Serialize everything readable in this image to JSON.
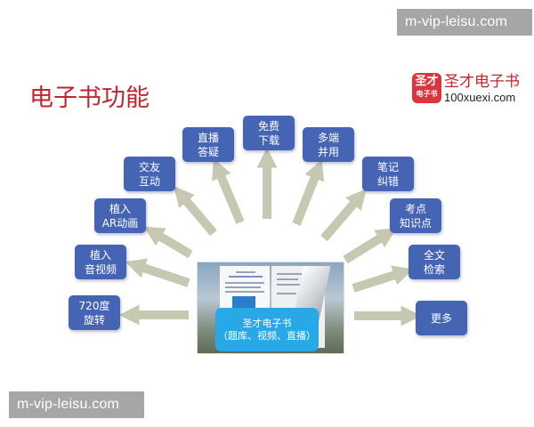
{
  "watermarks": {
    "top": "m-vip-leisu.com",
    "bottom": "m-vip-leisu.com"
  },
  "header": {
    "title": "电子书功能"
  },
  "logo": {
    "badge_line1": "圣才",
    "badge_line2": "电子书",
    "name": "圣才电子书",
    "url": "100xuexi.com"
  },
  "center": {
    "line1": "圣才电子书",
    "line2": "（题库、视频、直播）"
  },
  "features": [
    {
      "id": "rotate",
      "line1": "720度",
      "line2": "旋转"
    },
    {
      "id": "av",
      "line1": "植入",
      "line2": "音视频"
    },
    {
      "id": "ar",
      "line1": "植入",
      "line2": "AR动画"
    },
    {
      "id": "social",
      "line1": "交友",
      "line2": "互动"
    },
    {
      "id": "live",
      "line1": "直播",
      "line2": "答疑"
    },
    {
      "id": "download",
      "line1": "免费",
      "line2": "下载"
    },
    {
      "id": "multi",
      "line1": "多端",
      "line2": "并用"
    },
    {
      "id": "notes",
      "line1": "笔记",
      "line2": "纠错"
    },
    {
      "id": "points",
      "line1": "考点",
      "line2": "知识点"
    },
    {
      "id": "search",
      "line1": "全文",
      "line2": "检索"
    },
    {
      "id": "more",
      "line1": "更多",
      "line2": ""
    }
  ],
  "colors": {
    "feature_box": "#4564b4",
    "title": "#c0262d",
    "arrow": "#c7c8b2",
    "center_label": "#29a8e8",
    "watermark_bg": "#a6a6a6"
  }
}
